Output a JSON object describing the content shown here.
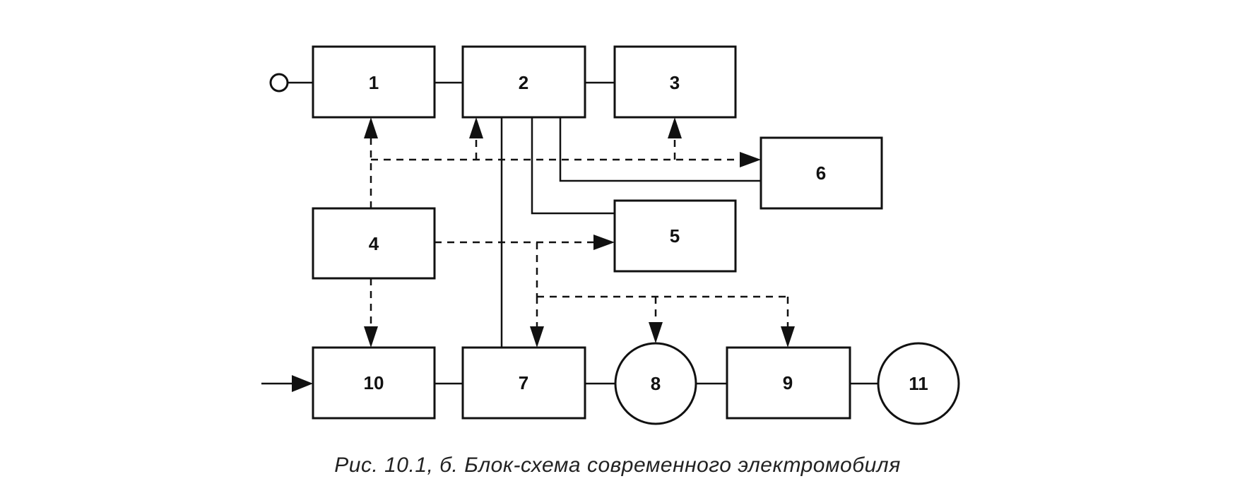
{
  "diagram": {
    "blocks": [
      {
        "id": "1",
        "label": "1",
        "shape": "rect"
      },
      {
        "id": "2",
        "label": "2",
        "shape": "rect"
      },
      {
        "id": "3",
        "label": "3",
        "shape": "rect"
      },
      {
        "id": "4",
        "label": "4",
        "shape": "rect"
      },
      {
        "id": "5",
        "label": "5",
        "shape": "rect"
      },
      {
        "id": "6",
        "label": "6",
        "shape": "rect"
      },
      {
        "id": "7",
        "label": "7",
        "shape": "rect"
      },
      {
        "id": "8",
        "label": "8",
        "shape": "circle"
      },
      {
        "id": "9",
        "label": "9",
        "shape": "rect"
      },
      {
        "id": "10",
        "label": "10",
        "shape": "rect"
      },
      {
        "id": "11",
        "label": "11",
        "shape": "circle"
      }
    ],
    "power_links": [
      [
        "input-terminal",
        "1"
      ],
      [
        "1",
        "2"
      ],
      [
        "2",
        "3"
      ],
      [
        "2",
        "6"
      ],
      [
        "2",
        "5"
      ],
      [
        "2",
        "7"
      ],
      [
        "10",
        "7"
      ],
      [
        "7",
        "8"
      ],
      [
        "8",
        "9"
      ],
      [
        "9",
        "11"
      ],
      [
        "input-arrow",
        "10"
      ]
    ],
    "control_links": [
      [
        "4",
        "1"
      ],
      [
        "4",
        "2"
      ],
      [
        "4",
        "3"
      ],
      [
        "4",
        "6"
      ],
      [
        "4",
        "5"
      ],
      [
        "4",
        "7"
      ],
      [
        "4",
        "8"
      ],
      [
        "4",
        "9"
      ],
      [
        "4",
        "10"
      ]
    ],
    "caption": "Рис. 10.1, б. Блок-схема современного электромобиля",
    "colors": {
      "line": "#111111",
      "background": "#ffffff"
    }
  }
}
